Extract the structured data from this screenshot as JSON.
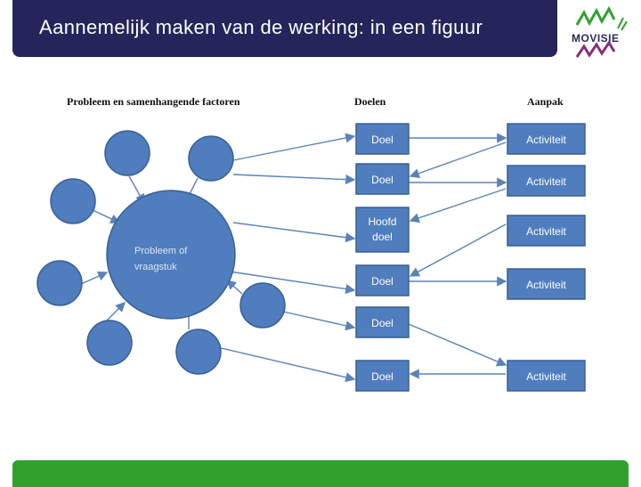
{
  "slide": {
    "title": "Aannemelijk maken van de werking: in een figuur"
  },
  "logo": {
    "brand": "MOVISIE",
    "icon": "movisie-logo-icon"
  },
  "columns": {
    "problem": "Probleem en samenhangende factoren",
    "goals": "Doelen",
    "approach": "Aanpak"
  },
  "problem": {
    "label_line1": "Probleem of",
    "label_line2": "vraagstuk"
  },
  "goals": [
    {
      "line1": "Doel",
      "line2": ""
    },
    {
      "line1": "Doel",
      "line2": ""
    },
    {
      "line1": "Hoofd",
      "line2": "doel"
    },
    {
      "line1": "Doel",
      "line2": ""
    },
    {
      "line1": "Doel",
      "line2": ""
    },
    {
      "line1": "Doel",
      "line2": ""
    }
  ],
  "activities": [
    "Activiteit",
    "Activiteit",
    "Activiteit",
    "Activiteit",
    "Activiteit"
  ],
  "colors": {
    "title_bar": "#25255c",
    "node_fill": "#4f7dbd",
    "node_stroke": "#3a5f94",
    "arrow": "#5a82b8",
    "footer": "#2fa12c"
  }
}
